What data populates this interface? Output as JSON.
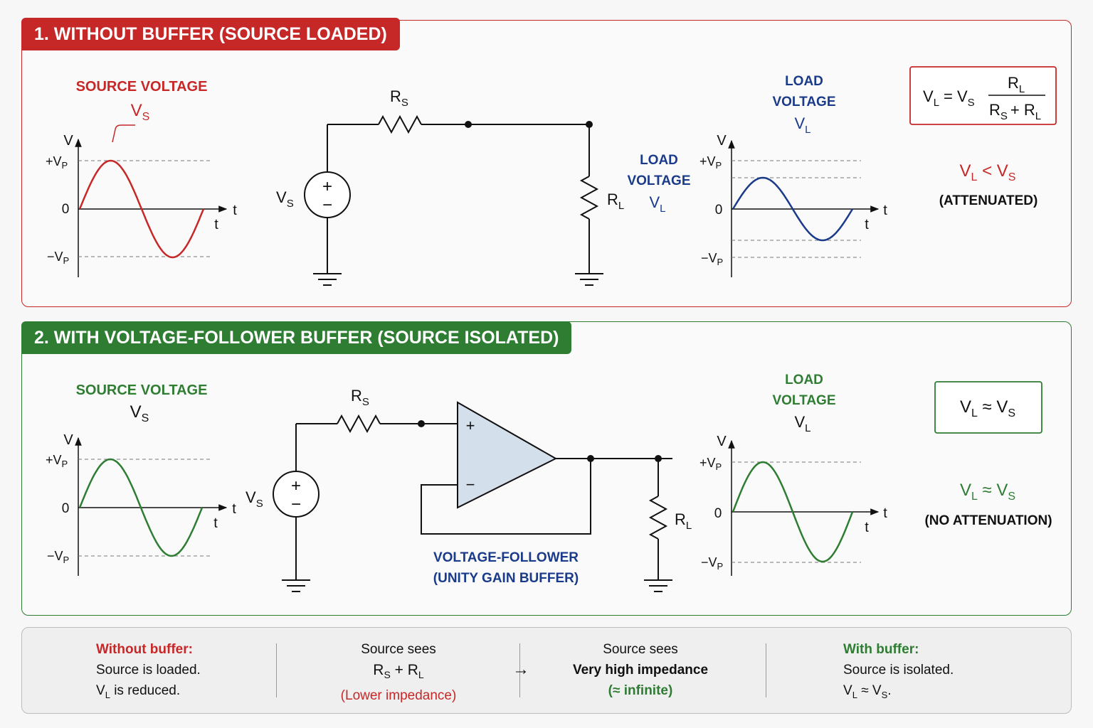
{
  "section1": {
    "title": "1. WITHOUT BUFFER (SOURCE LOADED)",
    "source_label": "SOURCE VOLTAGE",
    "source_symbol": "V",
    "source_sub": "S",
    "load_label_line1": "LOAD",
    "load_label_line2": "VOLTAGE",
    "load_symbol": "V",
    "load_sub": "L",
    "formula_lhs": "V",
    "formula_lhs_sub": "L",
    "formula_eq": "= V",
    "formula_eq_sub": "S",
    "formula_num": "R",
    "formula_num_sub": "L",
    "formula_den_a": "R",
    "formula_den_a_sub": "S",
    "formula_den_plus": "+ R",
    "formula_den_b_sub": "L",
    "relation": "V",
    "relation_sub1": "L",
    "relation_op": " < V",
    "relation_sub2": "S",
    "relation_note": "(ATTENUATED)",
    "resistor_s": "R",
    "resistor_s_sub": "S",
    "resistor_l": "R",
    "resistor_l_sub": "L",
    "source_name": "V",
    "source_name_sub": "S"
  },
  "section2": {
    "title": "2. WITH VOLTAGE-FOLLOWER BUFFER (SOURCE ISOLATED)",
    "source_label": "SOURCE VOLTAGE",
    "source_symbol": "V",
    "source_sub": "S",
    "load_label_line1": "LOAD",
    "load_label_line2": "VOLTAGE",
    "load_symbol": "V",
    "load_sub": "L",
    "box_lhs": "V",
    "box_lhs_sub": "L",
    "box_op": " ≈ V",
    "box_rhs_sub": "S",
    "relation": "V",
    "relation_sub1": "L",
    "relation_op": " ≈ V",
    "relation_sub2": "S",
    "relation_note": "(NO ATTENUATION)",
    "buffer_line1": "VOLTAGE-FOLLOWER",
    "buffer_line2": "(UNITY GAIN BUFFER)",
    "resistor_s": "R",
    "resistor_s_sub": "S",
    "resistor_l": "R",
    "resistor_l_sub": "L",
    "source_name": "V",
    "source_name_sub": "S"
  },
  "axes": {
    "y_axis": "V",
    "x_axis": "t",
    "pos_peak": "+V",
    "neg_peak": "−V",
    "peak_sub": "P",
    "zero": "0"
  },
  "summary": {
    "without_title": "Without buffer:",
    "without_line1": "Source is loaded.",
    "without_line2a": "V",
    "without_line2_sub": "L",
    "without_line2b": " is reduced.",
    "sees1_line1": "Source sees",
    "sees1_line2a": "R",
    "sees1_line2_sub1": "S",
    "sees1_line2b": " + R",
    "sees1_line2_sub2": "L",
    "sees1_line3": "(Lower impedance)",
    "arrow": "→",
    "sees2_line1": "Source sees",
    "sees2_line2": "Very high impedance",
    "sees2_line3": "(≈ infinite)",
    "with_title": "With buffer:",
    "with_line1": "Source is isolated.",
    "with_line2a": "V",
    "with_line2_sub1": "L",
    "with_line2b": " ≈ V",
    "with_line2_sub2": "S",
    "with_line2c": "."
  },
  "colors": {
    "red": "#c62828",
    "green": "#2e7d32",
    "blue": "#1a3a8a",
    "opamp_fill": "#d3dfea",
    "wire": "#111111"
  }
}
